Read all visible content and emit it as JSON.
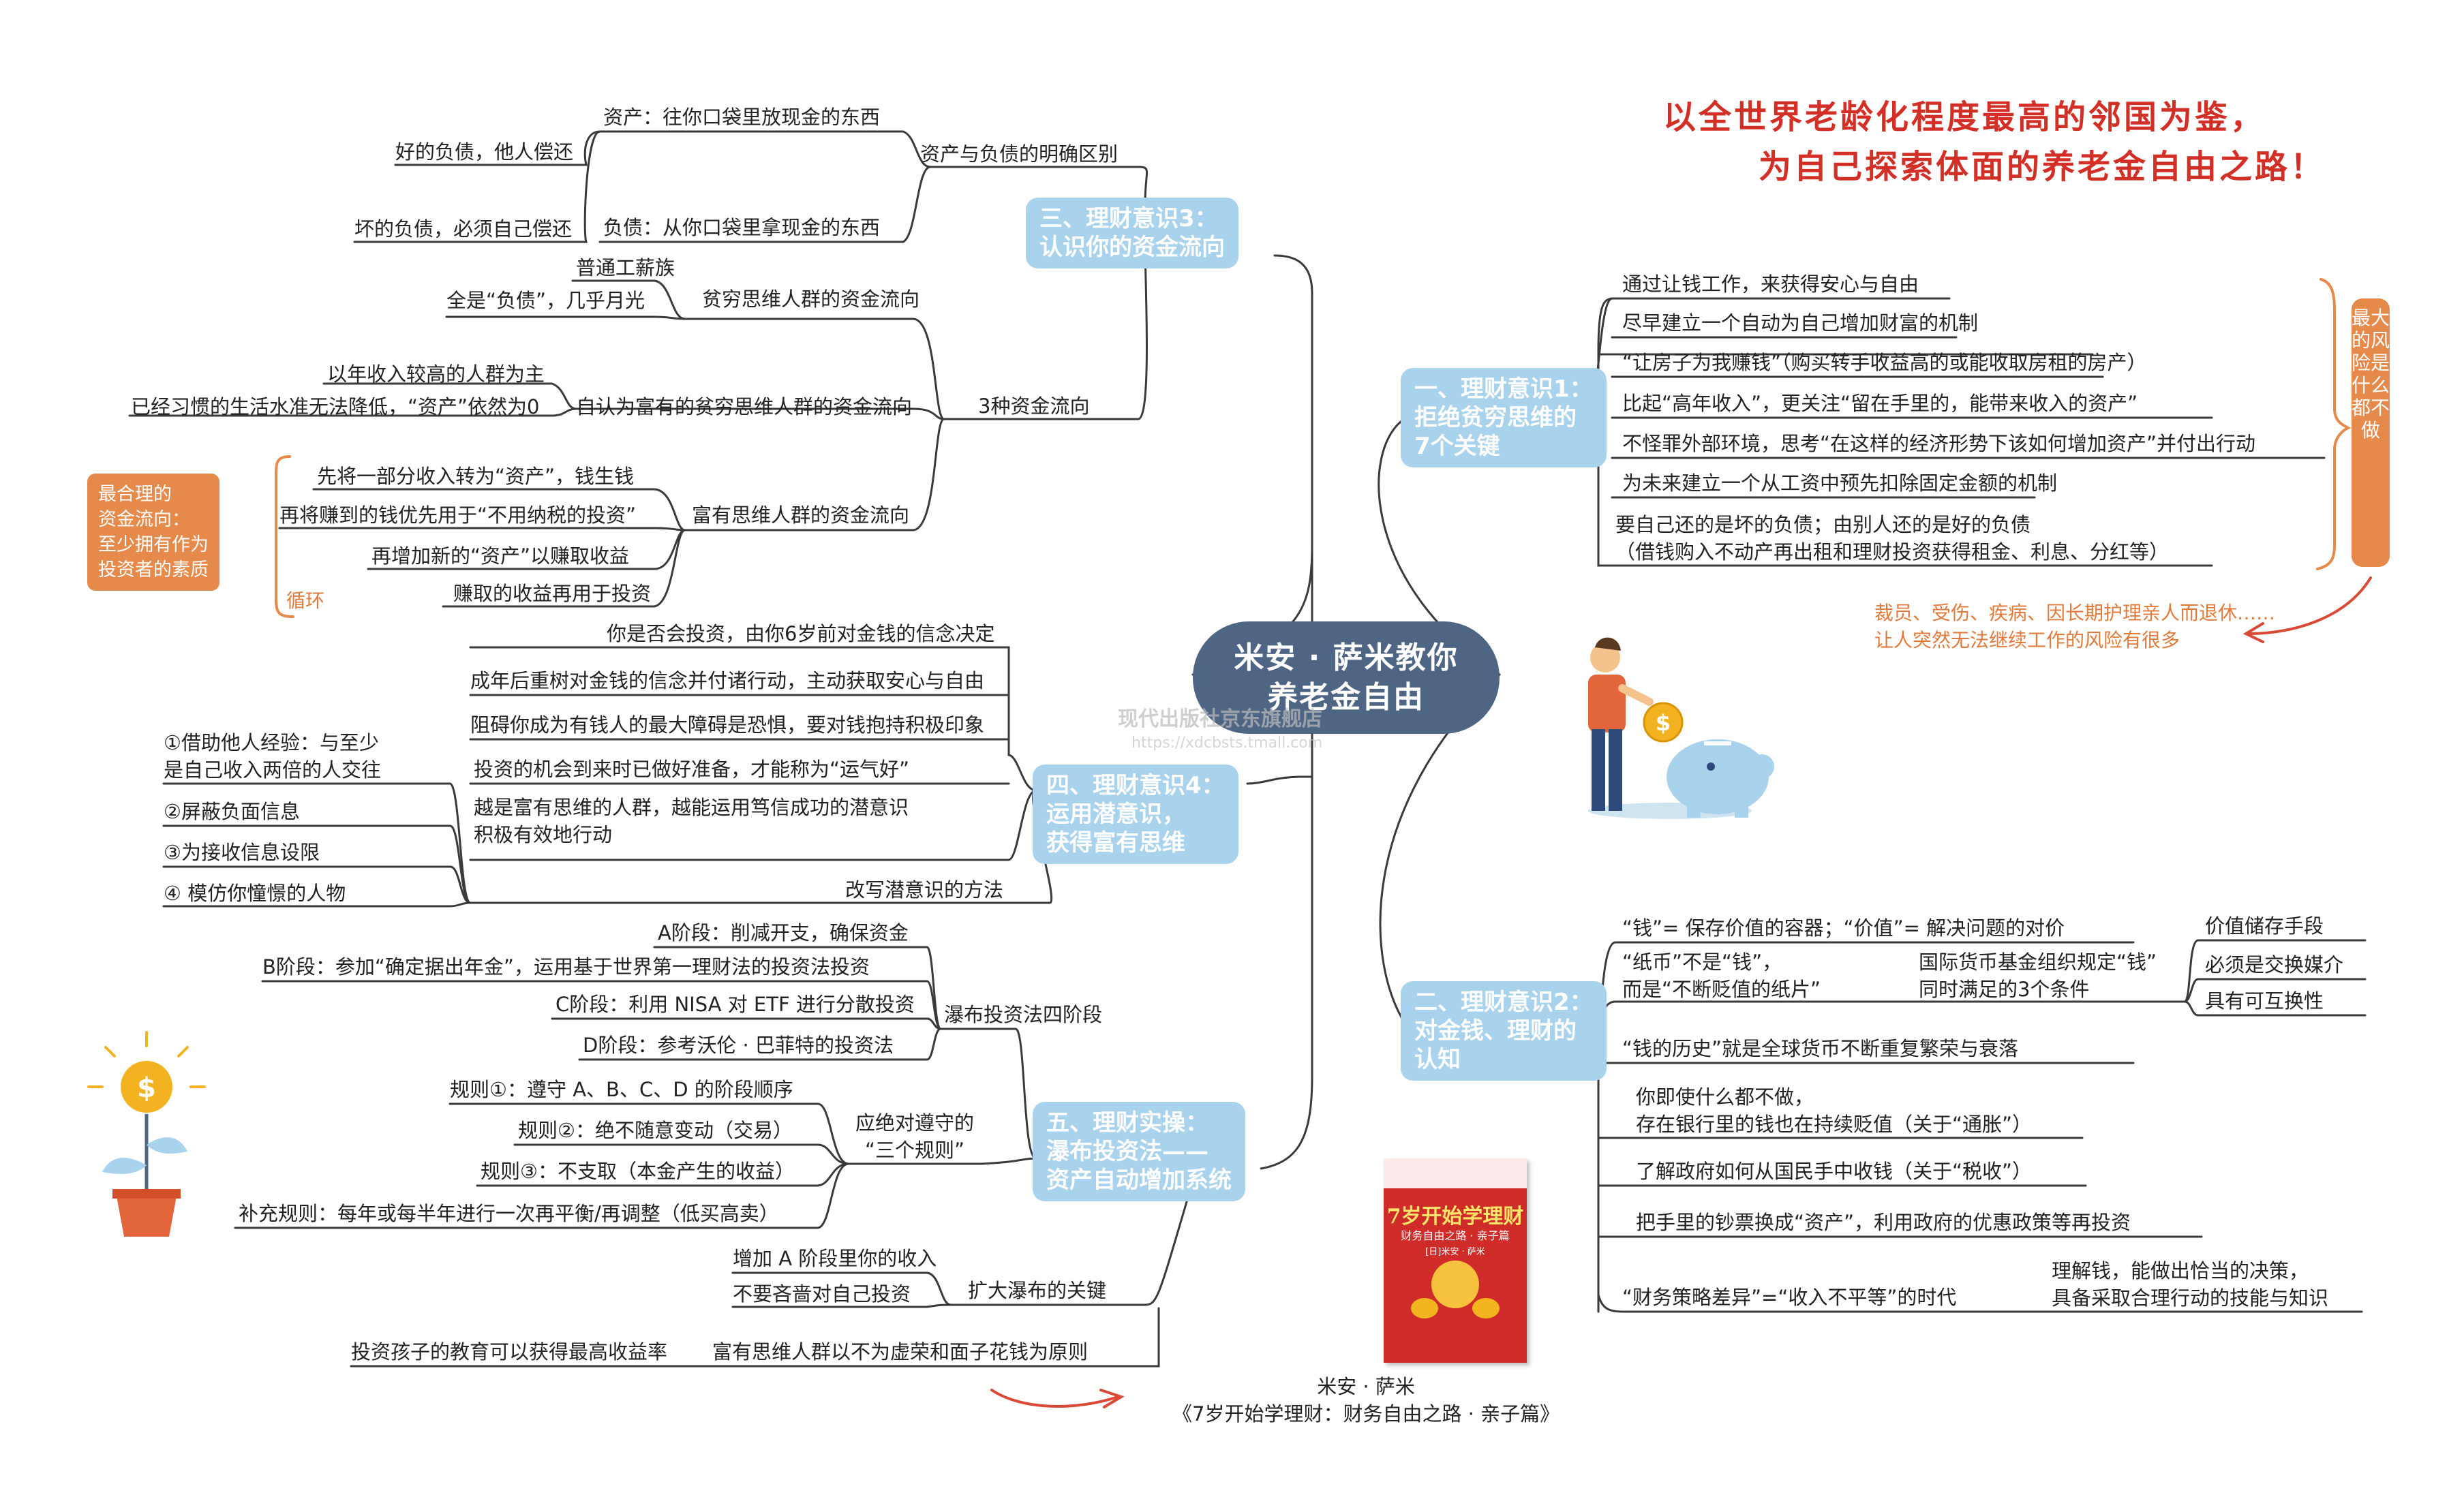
{
  "slogan": {
    "line1": "以全世界老龄化程度最高的邻国为鉴，",
    "line2": "为自己探索体面的养老金自由之路！"
  },
  "center": {
    "line1": "米安 · 萨米教你",
    "line2": "养老金自由"
  },
  "watermark": {
    "line1": "现代出版社京东旗舰店",
    "line2": "https://xdcbsts.tmall.com"
  },
  "risk": {
    "vertical": "最大的风险是什么都不做",
    "note": "裁员、受伤、疾病、因长期护理亲人而退休……\n让人突然无法继续工作的风险有很多"
  },
  "branch1": {
    "title": "一、理财意识1：\n拒绝贫穷思维的\n7个关键",
    "items": [
      "通过让钱工作，来获得安心与自由",
      "尽早建立一个自动为自己增加财富的机制",
      "“让房子为我赚钱”（购买转手收益高的或能收取房租的房产）",
      "比起“高年收入”，更关注“留在手里的，能带来收入的资产”",
      "不怪罪外部环境，思考“在这样的经济形势下该如何增加资产”并付出行动",
      "为未来建立一个从工资中预先扣除固定金额的机制",
      "要自己还的是坏的负债；由别人还的是好的负债\n（借钱购入不动产再出租和理财投资获得租金、利息、分红等）"
    ]
  },
  "branch2": {
    "title": "二、理财意识2：\n对金钱、理财的\n认知",
    "items": {
      "def": "“钱”= 保存价值的容器；“价值”= 解决问题的对价",
      "paper": "“纸币”不是“钱”，\n而是“不断贬值的纸片”",
      "imf": "国际货币基金组织规定“钱”\n同时满足的3个条件",
      "c1": "价值储存手段",
      "c2": "必须是交换媒介",
      "c3": "具有可互换性",
      "history": "“钱的历史”就是全球货币不断重复繁荣与衰落",
      "inflation": "你即使什么都不做，\n存在银行里的钱也在持续贬值（关于“通胀”）",
      "tax": "了解政府如何从国民手中收钱（关于“税收”）",
      "convert": "把手里的钞票换成“资产”，利用政府的优惠政策等再投资",
      "strategy": "“财务策略差异”=“收入不平等”的时代",
      "understand": "理解钱，能做出恰当的决策，\n具备采取合理行动的技能与知识"
    }
  },
  "branch3": {
    "title": "三、理财意识3：\n认识你的资金流向",
    "diff": "资产与负债的明确区别",
    "asset": "资产：往你口袋里放现金的东西",
    "liability": "负债：从你口袋里拿现金的东西",
    "good": "好的负债，他人偿还",
    "bad": "坏的负债，必须自己偿还",
    "flow3": "3种资金流向",
    "poorFlow": "贫穷思维人群的资金流向",
    "worker": "普通工薪族",
    "allDebt": "全是“负债”，几乎月光",
    "selfRich": "自认为富有的贫穷思维人群的资金流向",
    "highIncome": "以年收入较高的人群为主",
    "habit": "已经习惯的生活水准无法降低，“资产”依然为0",
    "richFlow": "富有思维人群的资金流向",
    "r1": "先将一部分收入转为“资产”，钱生钱",
    "r2": "再将赚到的钱优先用于“不用纳税的投资”",
    "r3": "再增加新的“资产”以赚取收益",
    "r4": "赚取的收益再用于投资",
    "loop": "循环",
    "best": "最合理的\n资金流向：\n至少拥有作为\n投资者的素质"
  },
  "branch4": {
    "title": "四、理财意识4：\n运用潜意识，\n获得富有思维",
    "s1": "你是否会投资，由你6岁前对金钱的信念决定",
    "s2": "成年后重树对金钱的信念并付诸行动，主动获取安心与自由",
    "s3": "阻碍你成为有钱人的最大障碍是恐惧，要对钱抱持积极印象",
    "s4": "投资的机会到来时已做好准备，才能称为“运气好”",
    "s5": "越是富有思维的人群，越能运用笃信成功的潜意识\n积极有效地行动",
    "method": "改写潜意识的方法",
    "m1": "①借助他人经验：与至少\n是自己收入两倍的人交往",
    "m2": "②屏蔽负面信息",
    "m3": "③为接收信息设限",
    "m4": "④ 模仿你憧憬的人物"
  },
  "branch5": {
    "title": "五、理财实操：\n瀑布投资法——\n资产自动增加系统",
    "stages": "瀑布投资法四阶段",
    "a": "A阶段：削减开支，确保资金",
    "b": "B阶段：参加“确定据出年金”，运用基于世界第一理财法的投资法投资",
    "c": "C阶段：利用 NISA 对 ETF 进行分散投资",
    "d": "D阶段：参考沃伦 · 巴菲特的投资法",
    "rules": "应绝对遵守的\n“三个规则”",
    "rule1": "规则①：遵守 A、B、C、D 的阶段顺序",
    "rule2": "规则②：绝不随意变动（交易）",
    "rule3": "规则③：不支取（本金产生的收益）",
    "extra": "补充规则：每年或每半年进行一次再平衡/再调整（低买高卖）",
    "expand": "扩大瀑布的关键",
    "e1": "增加 A 阶段里你的收入",
    "e2": "不要吝啬对自己投资",
    "principle": "富有思维人群以不为虚荣和面子花钱为原则",
    "child": "投资孩子的教育可以获得最高收益率"
  },
  "book": {
    "title": "7岁开始学理财",
    "subtitle": "财务自由之路 · 亲子篇",
    "author": "[日]米安 · 萨米",
    "caption": "米安 · 萨米\n《7岁开始学理财：财务自由之路 · 亲子篇》"
  },
  "colors": {
    "nodeBlue": "#a9d2ec",
    "center": "#4f6584",
    "accent": "#e58a4a",
    "slogan": "#d22f27",
    "line": "#3a3a3a"
  }
}
